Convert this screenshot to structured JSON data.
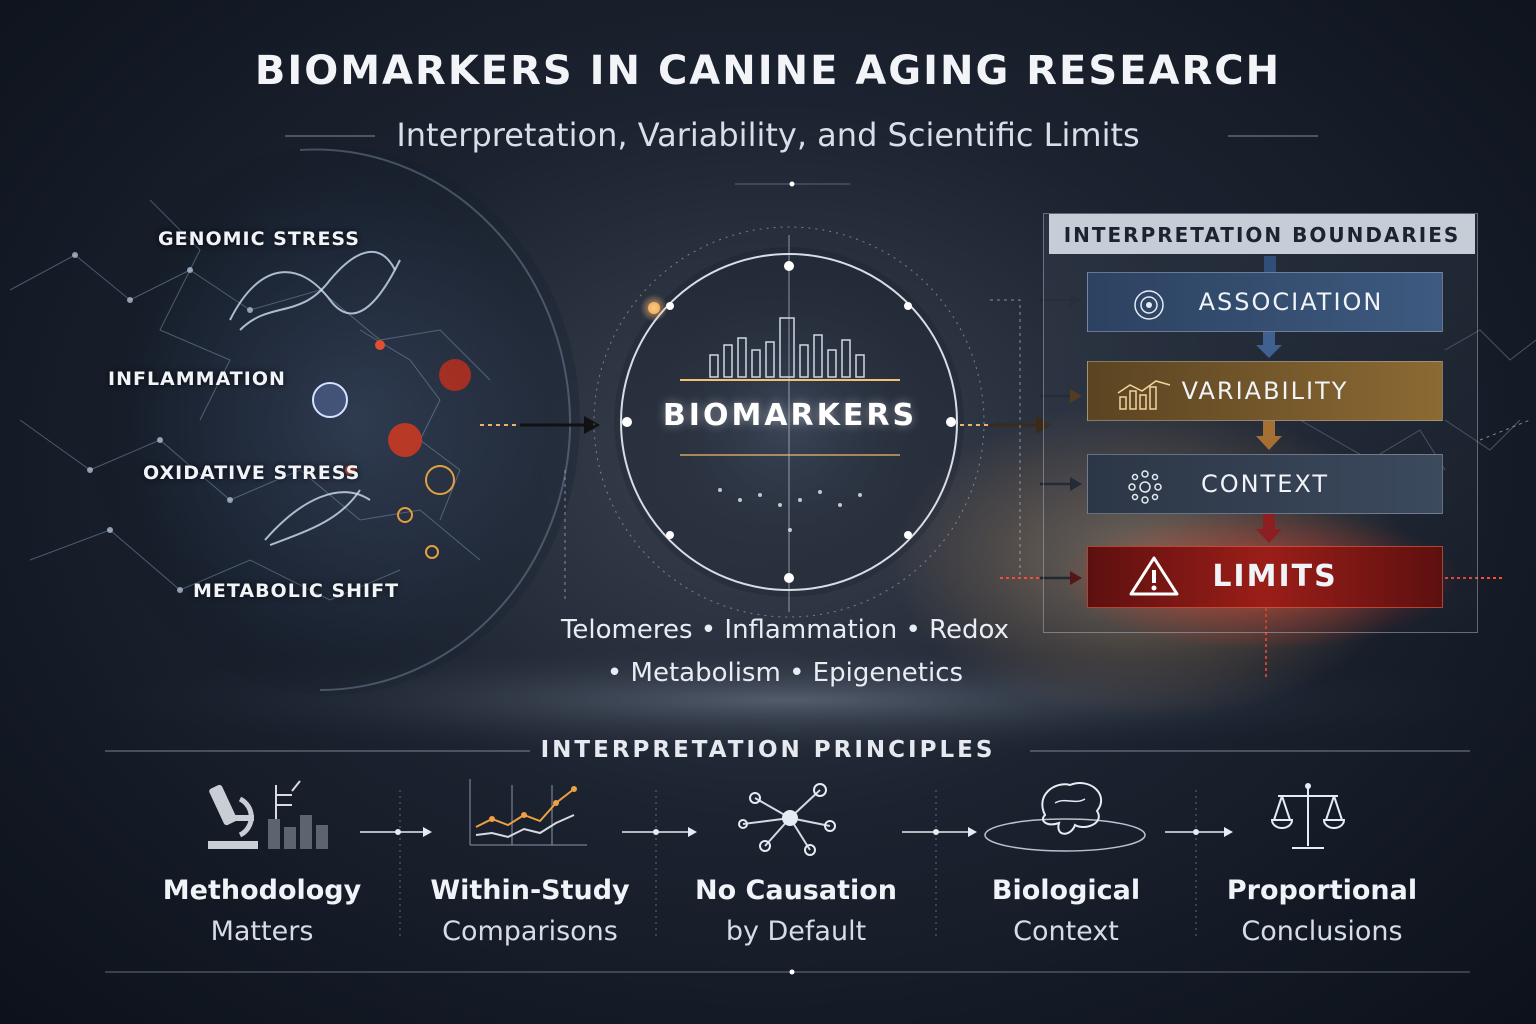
{
  "header": {
    "title": "BIOMARKERS IN CANINE AGING RESEARCH",
    "subtitle": "Interpretation, Variability, and Scientific Limits"
  },
  "sources": {
    "genomic": "GENOMIC STRESS",
    "inflammation": "INFLAMMATION",
    "oxidative": "OXIDATIVE STRESS",
    "metabolic": "METABOLIC SHIFT"
  },
  "center": {
    "label": "BIOMARKERS",
    "markers_line1": "Telomeres • Inflammation • Redox",
    "markers_line2": "• Metabolism • Epigenetics"
  },
  "boundaries": {
    "header": "INTERPRETATION BOUNDARIES",
    "items": [
      {
        "label": "ASSOCIATION",
        "icon": "target-icon"
      },
      {
        "label": "VARIABILITY",
        "icon": "bar-chart-icon"
      },
      {
        "label": "CONTEXT",
        "icon": "network-icon"
      },
      {
        "label": "LIMITS",
        "icon": "warning-icon"
      }
    ]
  },
  "principles": {
    "title": "INTERPRETATION PRINCIPLES",
    "items": [
      {
        "line1": "Methodology",
        "line2": "Matters",
        "icon": "microscope-icon"
      },
      {
        "line1": "Within-Study",
        "line2": "Comparisons",
        "icon": "line-chart-icon"
      },
      {
        "line1": "No Causation",
        "line2": "by Default",
        "icon": "network-icon"
      },
      {
        "line1": "Biological",
        "line2": "Context",
        "icon": "brain-icon"
      },
      {
        "line1": "Proportional",
        "line2": "Conclusions",
        "icon": "scales-icon"
      }
    ]
  },
  "colors": {
    "accent_orange": "#f0a040",
    "limits_red": "#c0281e",
    "association_blue": "#3e5a80"
  }
}
